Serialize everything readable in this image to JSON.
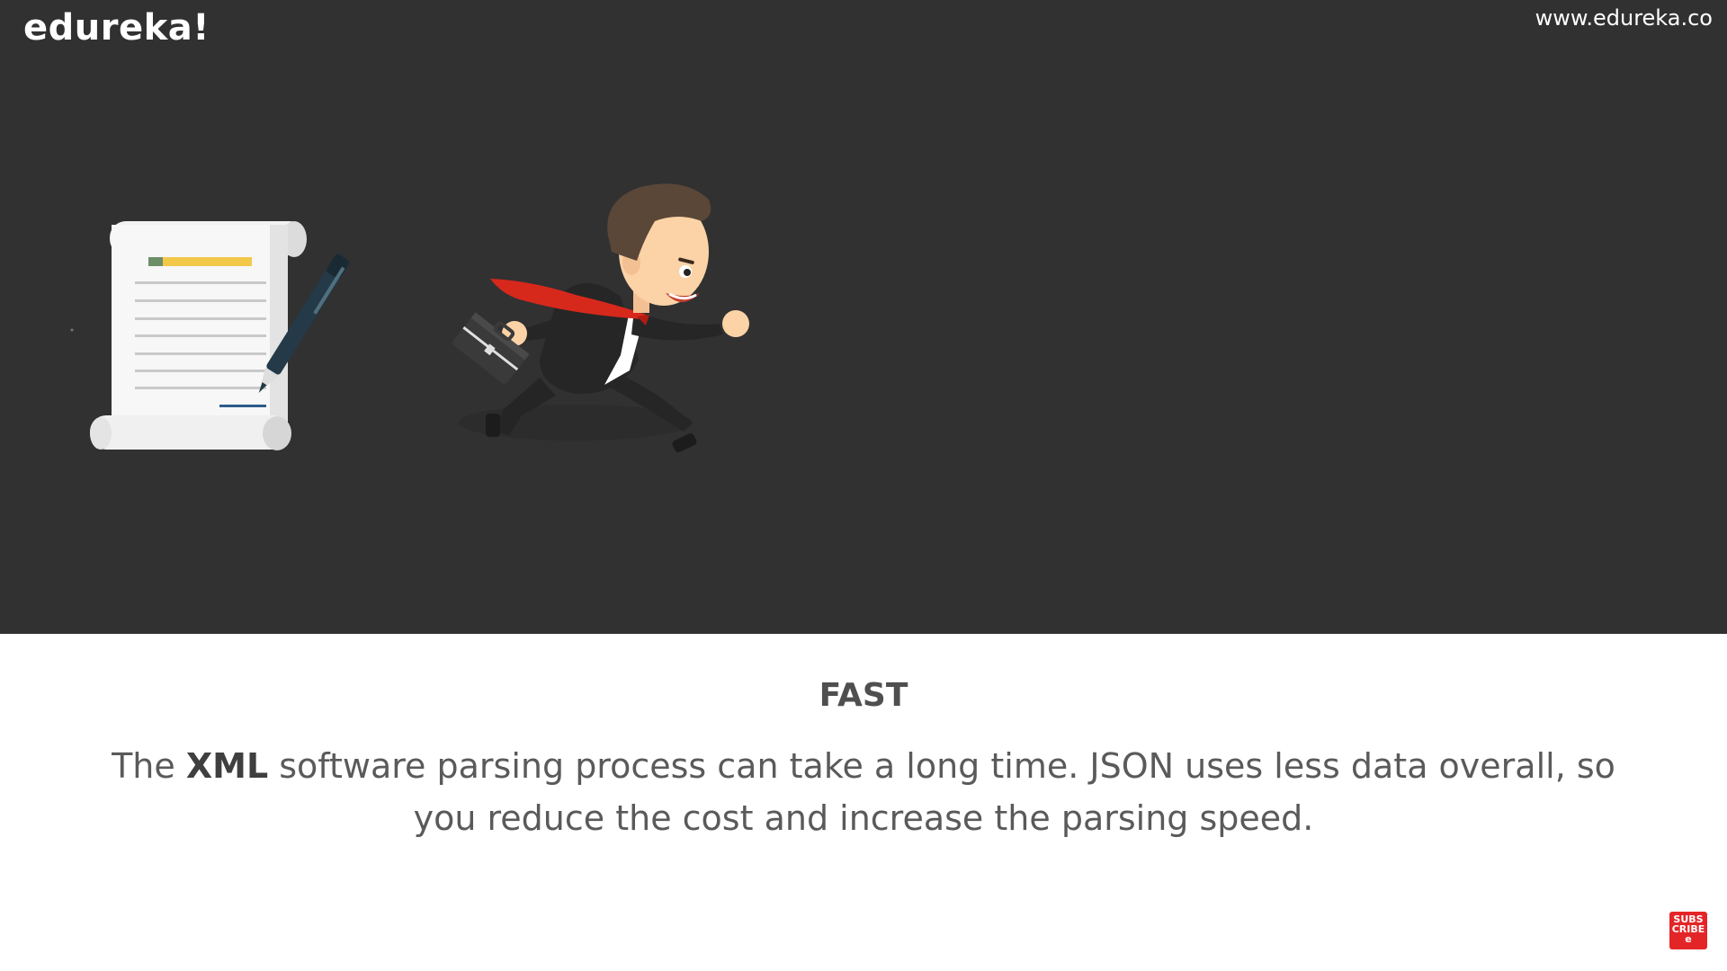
{
  "header": {
    "logo_text": "edureka!",
    "site_url": "www.edureka.co"
  },
  "illustration": {
    "document_icon": "document-with-pen-icon",
    "character": "running-businessman-with-briefcase"
  },
  "caption": {
    "title": "FAST",
    "body_prefix": "The ",
    "body_bold": "XML",
    "body_suffix": " software parsing process can take a long time. JSON uses less data overall, so you reduce the cost and increase the parsing speed."
  },
  "subscribe": {
    "line1": "SUBS",
    "line2": "CRIBE",
    "line3": "e"
  },
  "colors": {
    "panel_background": "#313131",
    "tie": "#d7281c",
    "badge": "#e42527",
    "document_highlight": "#f2c84b"
  }
}
